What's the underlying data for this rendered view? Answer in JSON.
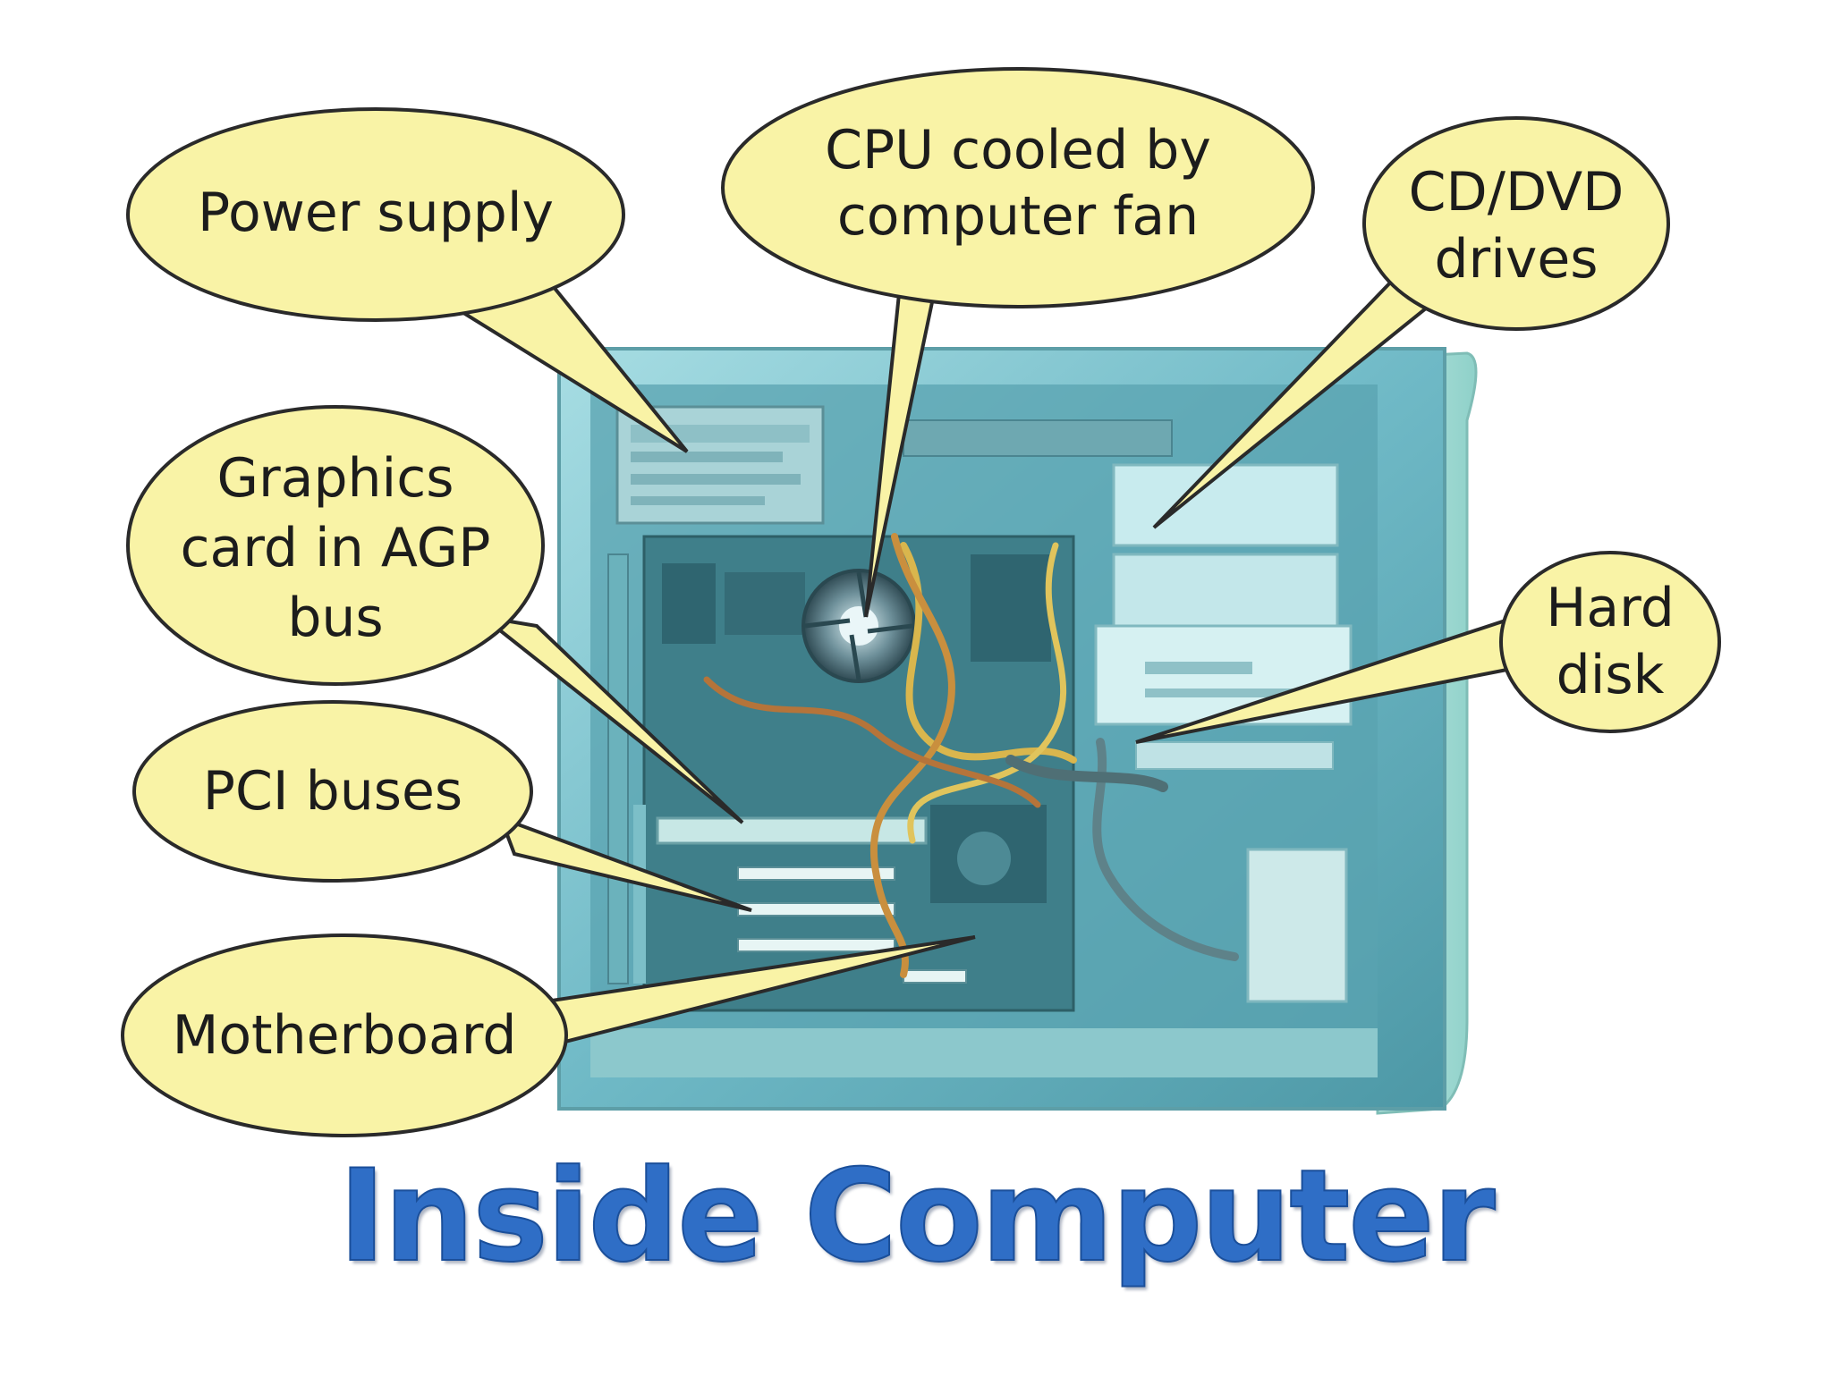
{
  "title": "Inside Computer",
  "colors": {
    "bubble_fill": "#f9f3a6",
    "bubble_stroke": "#2a2a2a",
    "case_tint": "#7fc7d3",
    "case_inner": "#5aa7b5",
    "title_color": "#2f6ec6"
  },
  "callouts": {
    "power_supply": {
      "lines": [
        "Power supply"
      ]
    },
    "cpu": {
      "lines": [
        "CPU cooled by",
        "computer fan"
      ]
    },
    "cd_dvd": {
      "lines": [
        "CD/DVD",
        "drives"
      ]
    },
    "graphics": {
      "lines": [
        "Graphics",
        "card in AGP",
        "bus"
      ]
    },
    "hard_disk": {
      "lines": [
        "Hard",
        "disk"
      ]
    },
    "pci": {
      "lines": [
        "PCI buses"
      ]
    },
    "motherboard": {
      "lines": [
        "Motherboard"
      ]
    }
  },
  "illustration": {
    "subject": "computer-tower-open-side-icon"
  }
}
